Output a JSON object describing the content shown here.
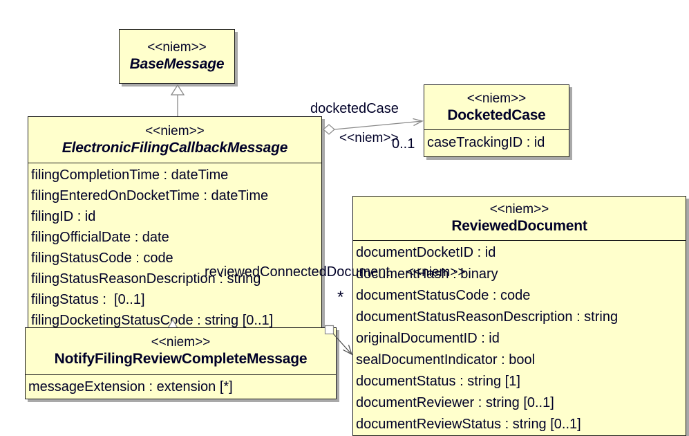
{
  "classes": {
    "baseMessage": {
      "stereotype": "<<niem>>",
      "name": "BaseMessage"
    },
    "electronicFilingCallbackMessage": {
      "stereotype": "<<niem>>",
      "name": "ElectronicFilingCallbackMessage",
      "attributes": [
        "filingCompletionTime : dateTime",
        "filingEnteredOnDocketTime : dateTime",
        "filingID : id",
        "filingOfficialDate : date",
        "filingStatusCode : code",
        "filingStatusReasonDescription : string",
        "filingStatus :  [0..1]",
        "filingDocketingStatusCode : string [0..1]"
      ]
    },
    "docketedCase": {
      "stereotype": "<<niem>>",
      "name": "DocketedCase",
      "attributes": [
        "caseTrackingID : id"
      ]
    },
    "reviewedDocument": {
      "stereotype": "<<niem>>",
      "name": "ReviewedDocument",
      "attributes": [
        "documentDocketID : id",
        "documentHash : binary",
        "documentStatusCode : code",
        "documentStatusReasonDescription : string",
        "originalDocumentID : id",
        "sealDocumentIndicator : bool",
        "documentStatus : string [1]",
        "documentReviewer : string [0..1]",
        "documentReviewStatus : string [0..1]"
      ]
    },
    "notifyFilingReviewCompleteMessage": {
      "stereotype": "<<niem>>",
      "name": "NotifyFilingReviewCompleteMessage",
      "attributes": [
        "messageExtension : extension [*]"
      ]
    }
  },
  "connectors": {
    "docketedCase": {
      "type": "aggregation",
      "name": "docketedCase",
      "stereotype": "<<niem>>",
      "target_multiplicity": "0..1"
    },
    "reviewedConnectedDocument": {
      "type": "aggregation",
      "name": "reviewedConnectedDocument",
      "stereotype": "<<niem>>",
      "target_multiplicity": "*"
    }
  },
  "colors": {
    "class_fill": "#ffffcc",
    "class_border": "#1c1c1c",
    "text": "#000028",
    "connector_line": "#898989",
    "shadow": "#a9a9a9",
    "background": "#ffffff"
  }
}
